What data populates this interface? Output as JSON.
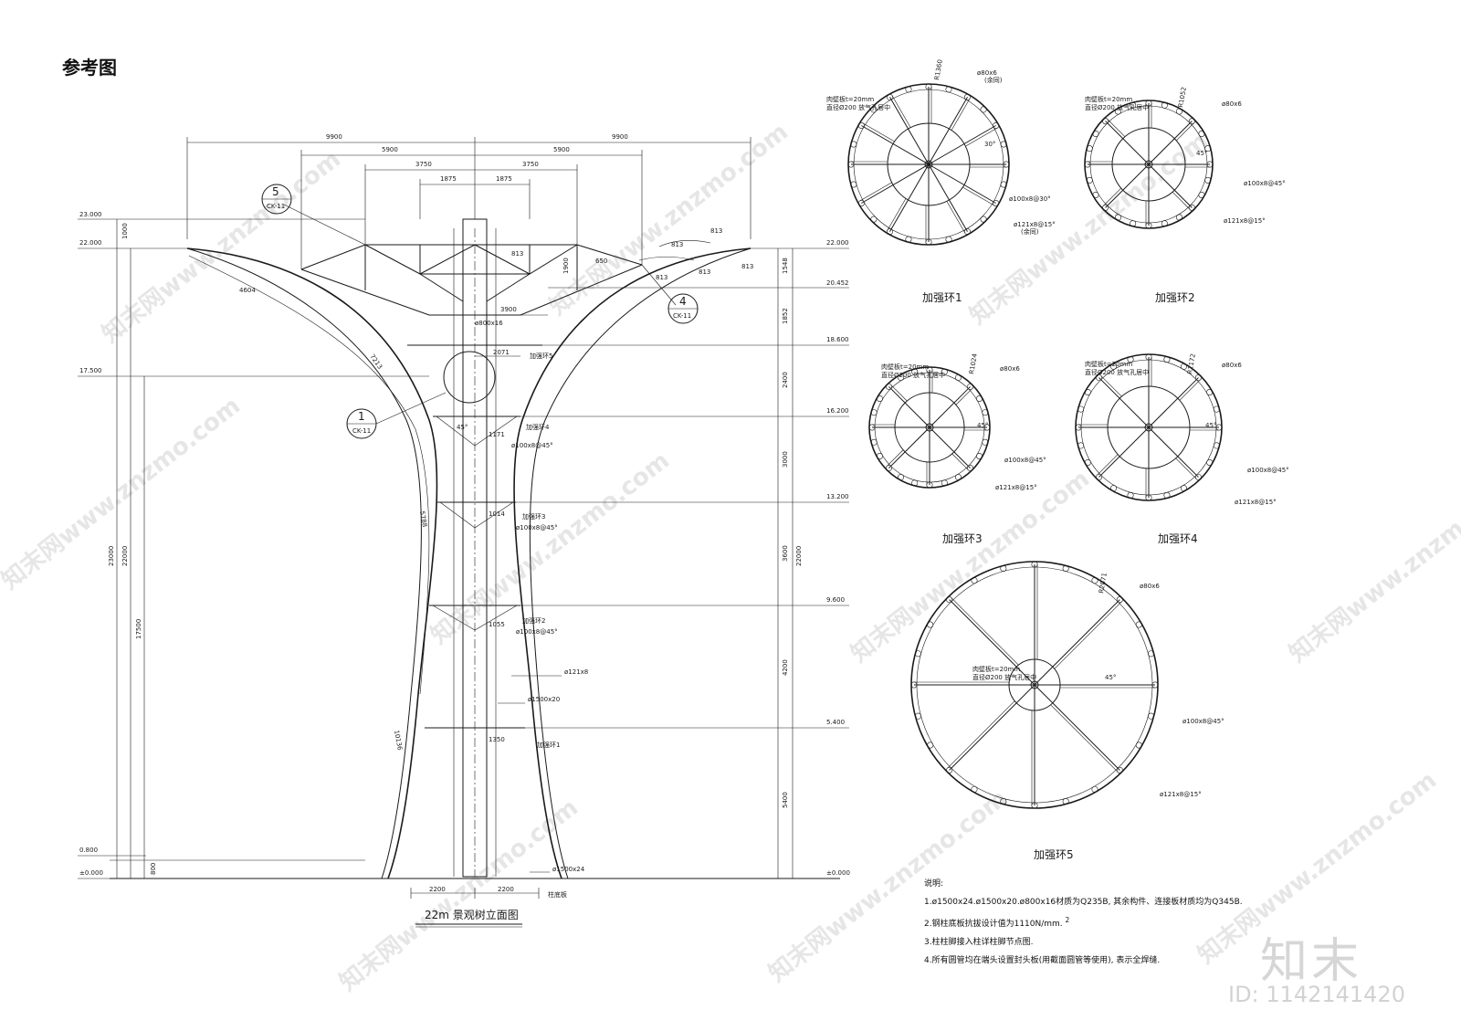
{
  "page": {
    "title": "参考图",
    "elevation_title": "22m 景观树立面图",
    "watermark": "知末网www.znzmo.com",
    "brand": "知末",
    "id_label": "ID: 1142141420"
  },
  "elevation": {
    "top_dims": [
      "9900",
      "9900",
      "5900",
      "5900",
      "3750",
      "3750",
      "1875",
      "1875"
    ],
    "left_levels": [
      "23.000",
      "22.000",
      "17.500",
      "0.800",
      "±0.000"
    ],
    "right_levels": [
      "22.000",
      "20.452",
      "18.600",
      "16.200",
      "13.200",
      "9.600",
      "5.400",
      "±0.000"
    ],
    "right_segment_dims": [
      "1548",
      "1852",
      "2400",
      "3000",
      "3600",
      "4200",
      "5400"
    ],
    "overall_dims": [
      "23000",
      "22000",
      "17500",
      "22000",
      "1000",
      "800"
    ],
    "bottom_dims": [
      "2200",
      "2200"
    ],
    "arc_labels": [
      "4604",
      "7213",
      "5788",
      "10136"
    ],
    "top_small_dims": [
      "813",
      "813",
      "813",
      "813",
      "813",
      "650",
      "813",
      "1900",
      "3900",
      "2071"
    ],
    "ring_widths": [
      "1171",
      "1014",
      "1055",
      "1350"
    ],
    "angle_label": "45°",
    "callouts": [
      {
        "num": "5",
        "sheet": "CK-11"
      },
      {
        "num": "4",
        "sheet": "CK-11"
      },
      {
        "num": "1",
        "sheet": "CK-11"
      }
    ],
    "member_labels": [
      "ø800x16",
      "ø121x8",
      "ø1500x20",
      "ø1500x24",
      "ø100x8@45°",
      "ø100x8@45°",
      "ø100x8@45°"
    ],
    "ring_labels": [
      "加强环5",
      "加强环4",
      "加强环3",
      "加强环2",
      "加强环1"
    ],
    "base_label": "柱底板"
  },
  "rings": [
    {
      "name": "加强环1",
      "radius_label": "R1360",
      "tube": "ø80x6",
      "strut": "ø100x8@30°",
      "rib": "ø121x8@15°",
      "plate": "肉壁板t=20mm",
      "hole": "直径Ø200 放气孔居中",
      "angle": "30°"
    },
    {
      "name": "加强环2",
      "radius_label": "R1052",
      "tube": "ø80x6",
      "strut": "ø100x8@45°",
      "rib": "ø121x8@15°",
      "plate": "肉壁板t=20mm",
      "hole": "直径Ø200 放气孔居中",
      "angle": "45°"
    },
    {
      "name": "加强环3",
      "radius_label": "R1024",
      "tube": "ø80x6",
      "strut": "ø100x8@45°",
      "rib": "ø121x8@15°",
      "plate": "肉壁板t=20mm",
      "hole": "直径Ø200 放气孔居中",
      "angle": "45°"
    },
    {
      "name": "加强环4",
      "radius_label": "R1172",
      "tube": "ø80x6",
      "strut": "ø100x8@45°",
      "rib": "ø121x8@15°",
      "plate": "肉壁板t=20mm",
      "hole": "直径Ø200 放气孔居中",
      "angle": "45°"
    },
    {
      "name": "加强环5",
      "radius_label": "R2071",
      "tube": "ø80x6",
      "strut": "ø100x8@45°",
      "rib": "ø121x8@15°",
      "plate": "肉壁板t=20mm",
      "hole": "直径Ø200 放气孔居中",
      "angle": "45°"
    }
  ],
  "ring_tags": [
    "(余同)",
    "(余同)"
  ],
  "notes": {
    "heading": "说明:",
    "items": [
      "1.ø1500x24.ø1500x20.ø800x16材质为Q235B, 其余构件、连接板材质均为Q345B.",
      "2.钢柱底板抗拔设计值为1110N/mm.",
      "3.柱柱脚接入柱详柱脚节点图.",
      "4.所有圆管均在端头设置封头板(用截面圆管等使用), 表示全焊缝."
    ],
    "superscript": "2"
  }
}
